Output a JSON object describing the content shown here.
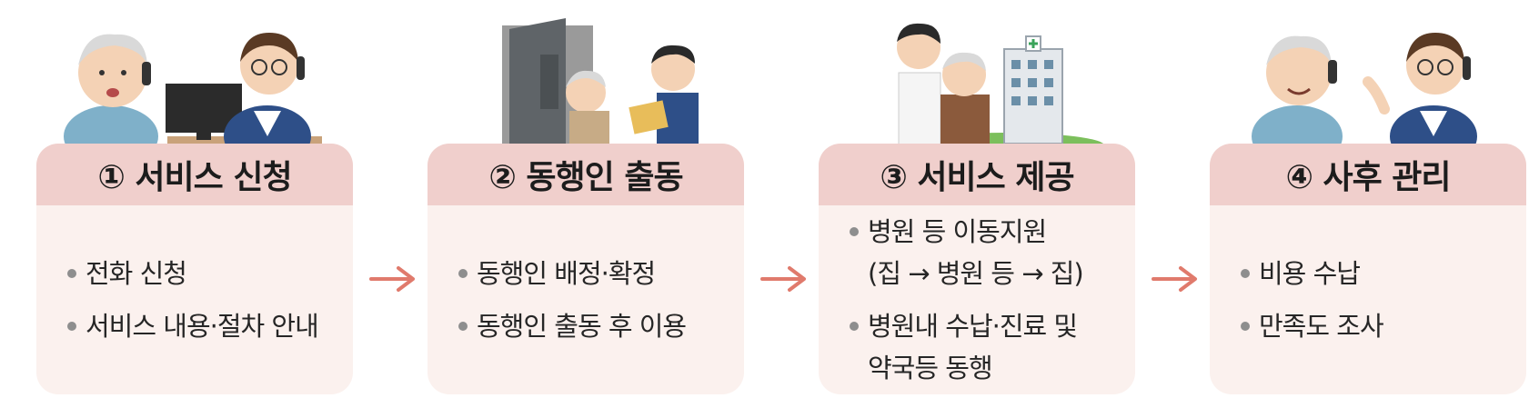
{
  "colors": {
    "card_bg": "#fbf1ee",
    "card_header": "#f0cfcc",
    "arrow": "#e07a6c",
    "bullet": "#8e8e8e"
  },
  "steps": [
    {
      "title": "① 서비스 신청",
      "items": [
        "전화 신청",
        "서비스 내용·절차 안내"
      ],
      "illustration": "elderly-man-calling-counselor"
    },
    {
      "title": "② 동행인 출동",
      "items": [
        "동행인 배정·확정",
        "동행인 출동 후 이용"
      ],
      "illustration": "companion-visiting-door"
    },
    {
      "title": "③ 서비스 제공",
      "items": [
        "병원 등 이동지원\n(집 → 병원 등 → 집)",
        "병원내 수납·진료 및\n약국등 동행"
      ],
      "illustration": "companion-with-elderly-at-hospital"
    },
    {
      "title": "④ 사후 관리",
      "items": [
        "비용 수납",
        "만족도 조사"
      ],
      "illustration": "elderly-man-and-counselor-on-phone"
    }
  ]
}
